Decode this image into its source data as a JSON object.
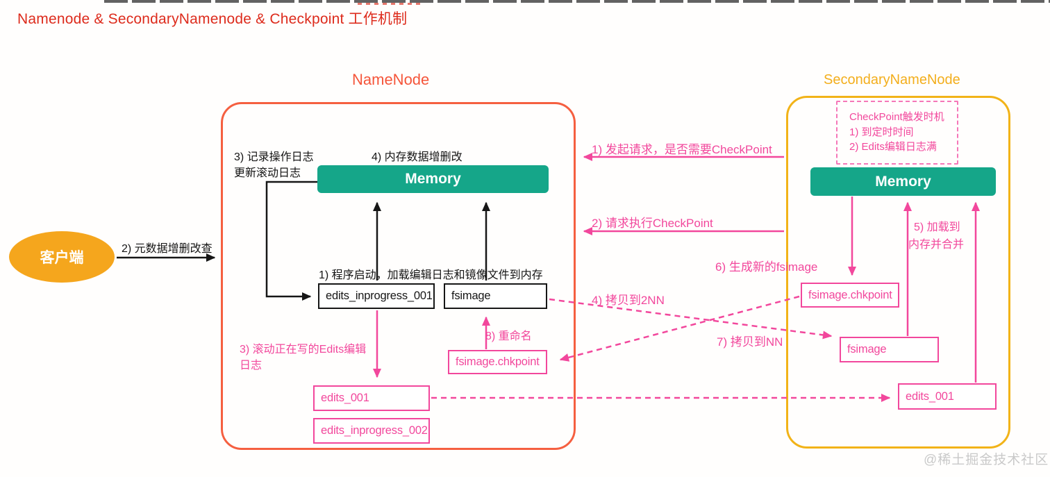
{
  "title": "Namenode & SecondaryNamenode & Checkpoint 工作机制",
  "watermark": "@稀土掘金技术社区",
  "colors": {
    "title_red": "#DD2B1C",
    "namenode_accent": "#F55F40",
    "secondary_accent": "#F2B318",
    "client_fill": "#F5A61D",
    "memory_fill": "#15A689",
    "pink": "#F2479C",
    "black": "#161616",
    "watermark_gray": "#C9C9C9"
  },
  "client": {
    "label": "客户端",
    "arrow_label": "2) 元数据增删改查"
  },
  "namenode": {
    "title": "NameNode",
    "memory_label": "Memory",
    "note_record_log": "3) 记录操作日志",
    "note_record_log_2": "更新滚动日志",
    "note_mem_crud": "4) 内存数据增删改",
    "note_startup": "1) 程序启动，加载编辑日志和镜像文件到内存",
    "note_roll_edits": "3) 滚动正在写的Edits编辑",
    "note_roll_edits_2": "日志",
    "note_rename": "8) 重命名",
    "box_edits_inprogress_001": "edits_inprogress_001",
    "box_fsimage": "fsimage",
    "box_fsimage_chkpoint": "fsimage.chkpoint",
    "box_edits_001": "edits_001",
    "box_edits_inprogress_002": "edits_inprogress_002"
  },
  "secondary": {
    "title": "SecondaryNameNode",
    "memory_label": "Memory",
    "checkpoint_lines": [
      "CheckPoint触发时机",
      "1) 到定时时间",
      "2) Edits编辑日志满"
    ],
    "note_load": "5) 加载到",
    "note_load_2": "内存并合并",
    "box_fsimage_chkpoint": "fsimage.chkpoint",
    "box_fsimage": "fsimage",
    "box_edits_001": "edits_001"
  },
  "flow": {
    "step1": "1) 发起请求，是否需要CheckPoint",
    "step2": "2) 请求执行CheckPoint",
    "step4": "4) 拷贝到2NN",
    "step6": "6) 生成新的fsimage",
    "step7": "7) 拷贝到NN"
  }
}
